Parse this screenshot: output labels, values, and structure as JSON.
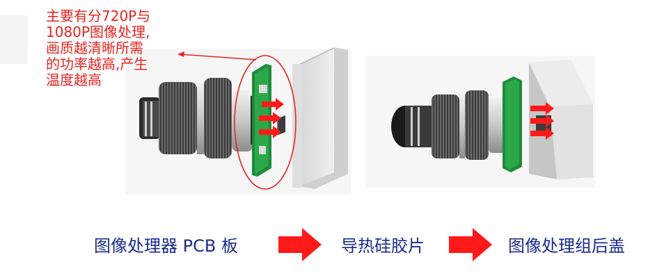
{
  "annotation": {
    "lines": [
      "主要有分720P与",
      "1080P图像处理,",
      "画质越清晰所需",
      "的功率越高,产生",
      "温度越高"
    ]
  },
  "flow": {
    "step1": "图像处理器 PCB 板",
    "step2": "导热硅胶片",
    "step3": "图像处理组后盖"
  },
  "colors": {
    "annotation_text": "#e8231f",
    "flow_text": "#1a2a8c",
    "arrow_red": "#ff1a1a",
    "pcb_green": "#2aa84a",
    "housing_gray": "#e6e6e6"
  }
}
